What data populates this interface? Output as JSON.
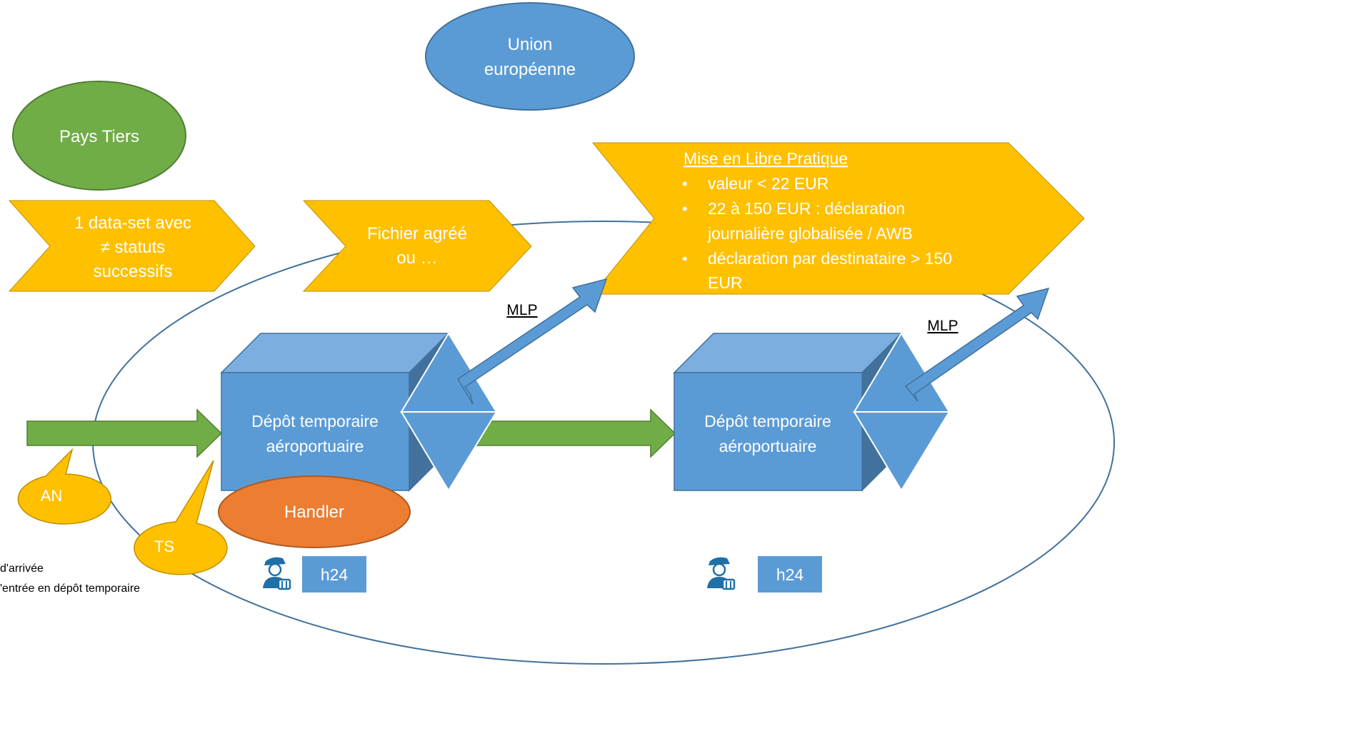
{
  "colors": {
    "blue": "#5b9bd5",
    "blue_dark": "#41719c",
    "blue_light": "#7daee0",
    "green": "#70ad47",
    "green_dark": "#507e32",
    "yellow": "#ffc000",
    "orange": "#ed7d31",
    "outline": "#41719c"
  },
  "regions": {
    "eu": {
      "line1": "Union",
      "line2": "européenne"
    },
    "third": {
      "label": "Pays Tiers"
    }
  },
  "chevrons": {
    "dataset": {
      "line1": "1 data-set avec",
      "line2": "≠ statuts",
      "line3": "successifs"
    },
    "file": {
      "line1": "Fichier agréé",
      "line2": "ou …"
    }
  },
  "mlp_box": {
    "title": "Mise en Libre Pratique",
    "bullets": [
      "valeur < 22 EUR",
      "22 à 150 EUR : déclaration",
      "journalière globalisée / AWB",
      "déclaration par destinataire > 150",
      "EUR"
    ]
  },
  "depots": [
    {
      "line1": "Dépôt temporaire",
      "line2": "aéroportuaire"
    },
    {
      "line1": "Dépôt temporaire",
      "line2": "aéroportuaire"
    }
  ],
  "arrow_labels": {
    "mlp_left": "MLP",
    "mlp_right": "MLP"
  },
  "callouts": {
    "an": "AN",
    "ts": "TS"
  },
  "handler": {
    "label": "Handler"
  },
  "h24": [
    "h24",
    "h24"
  ],
  "legend": {
    "line1": "d'arrivée",
    "line2": "'entrée en dépôt temporaire"
  },
  "icons": [
    "customs-officer-icon",
    "customs-officer-icon"
  ]
}
